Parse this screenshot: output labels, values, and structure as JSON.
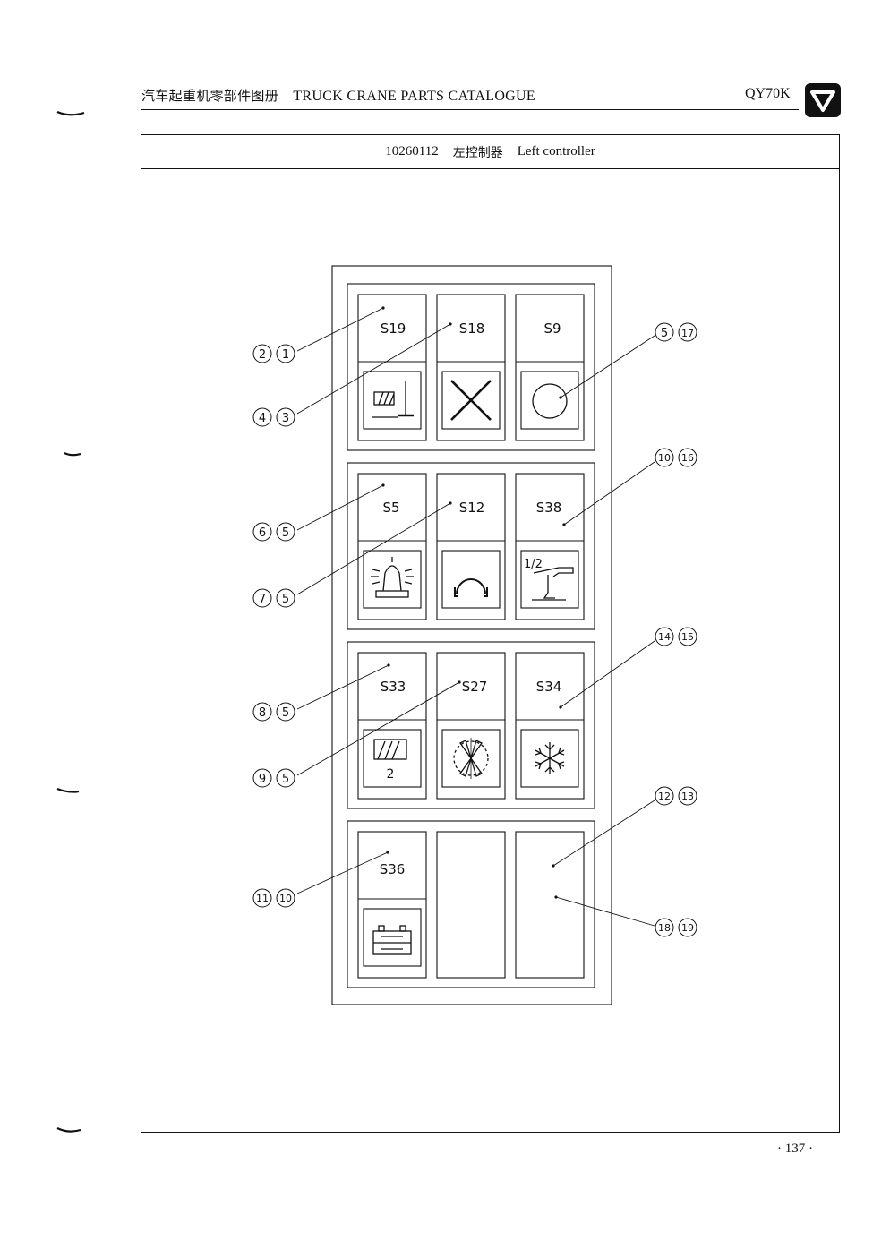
{
  "header": {
    "title_cn": "汽车起重机零部件图册",
    "title_en": "TRUCK CRANE PARTS CATALOGUE",
    "model": "QY70K"
  },
  "section": {
    "code": "10260112",
    "name_cn": "左控制器",
    "name_en": "Left controller"
  },
  "switches": {
    "r1": [
      "S19",
      "S18",
      "S9"
    ],
    "r2": [
      "S5",
      "S12",
      "S38"
    ],
    "r3": [
      "S33",
      "S27",
      "S34"
    ],
    "r4": [
      "S36"
    ]
  },
  "icon_text": {
    "half": "1/2",
    "two": "2"
  },
  "callouts": {
    "c2_1": [
      "2",
      "1"
    ],
    "c4_3": [
      "4",
      "3"
    ],
    "c5_17": [
      "5",
      "17"
    ],
    "c10_16": [
      "10",
      "16"
    ],
    "c6_5": [
      "6",
      "5"
    ],
    "c7_5": [
      "7",
      "5"
    ],
    "c14_15": [
      "14",
      "15"
    ],
    "c8_5": [
      "8",
      "5"
    ],
    "c9_5": [
      "9",
      "5"
    ],
    "c12_13": [
      "12",
      "13"
    ],
    "c11_10": [
      "11",
      "10"
    ],
    "c18_19": [
      "18",
      "19"
    ]
  },
  "page_number": "· 137 ·",
  "icons": [
    "logo-icon",
    "boom-telescope-icon",
    "cancel-x-icon",
    "circle-icon",
    "beacon-light-icon",
    "headphone-icon",
    "half-speed-hook-icon",
    "boom-2-icon",
    "fan-icon",
    "snowflake-icon",
    "battery-icon"
  ]
}
